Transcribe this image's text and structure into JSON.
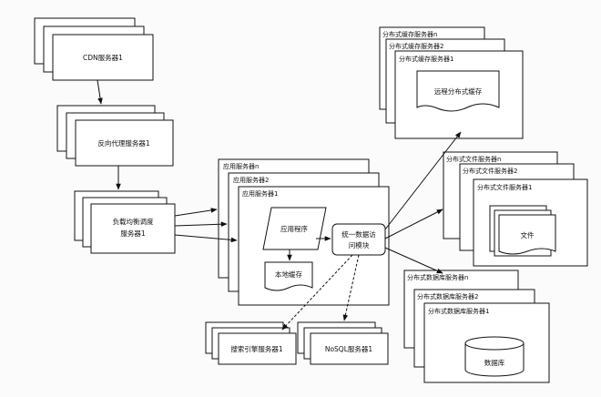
{
  "cdn": {
    "label": "CDN服务器1"
  },
  "reverse_proxy": {
    "label": "反向代理服务器1"
  },
  "load_balancer": {
    "label_line1": "负载均衡调度",
    "label_line2": "服务器1"
  },
  "app_servers": {
    "labels": [
      "应用服务器n",
      "应用服务器2",
      "应用服务器1"
    ],
    "app_program": "应用程序",
    "local_cache": "本地缓存",
    "unified_access_line1": "统一数据访",
    "unified_access_line2": "问模块"
  },
  "cache_servers": {
    "labels": [
      "分布式缓存服务器n",
      "分布式缓存服务器2",
      "分布式缓存服务器1"
    ],
    "remote_cache": "远程分布式缓存"
  },
  "file_servers": {
    "labels": [
      "分布式文件服务器n",
      "分布式文件服务器2",
      "分布式文件服务器1"
    ],
    "file": "文件"
  },
  "db_servers": {
    "labels": [
      "分布式数据库服务器n",
      "分布式数据库服务器2",
      "分布式数据库服务器1"
    ],
    "database": "数据库"
  },
  "search_engine": {
    "label": "搜索引擎服务器1"
  },
  "nosql": {
    "label": "NoSQL服务器1"
  }
}
